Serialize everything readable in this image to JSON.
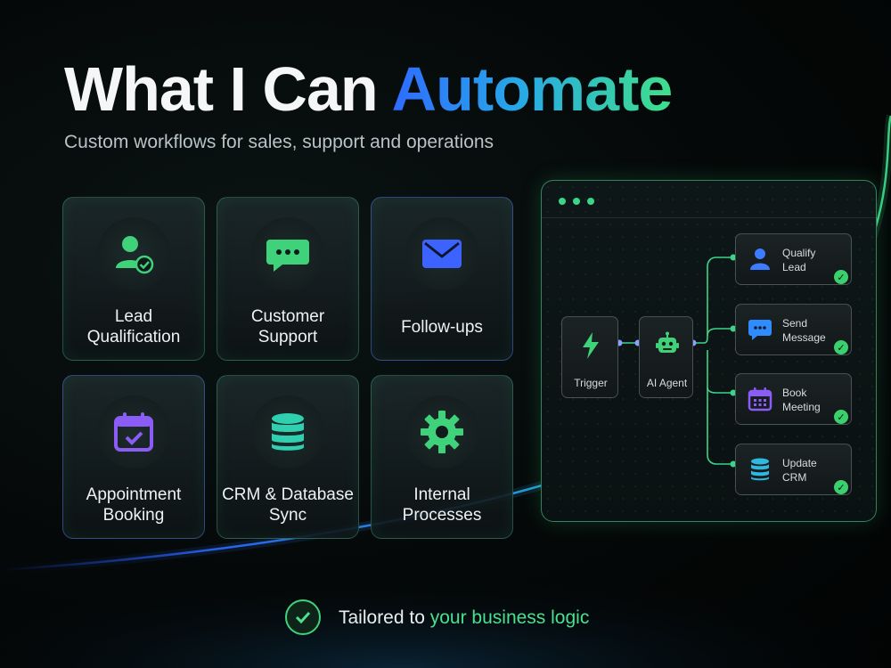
{
  "title": {
    "plain": "What I Can ",
    "accent": "Automate"
  },
  "subtitle": "Custom workflows for sales, support and operations",
  "cards": [
    {
      "label": "Lead Qualification",
      "icon": "user-check-icon",
      "color": "#3fd27a"
    },
    {
      "label": "Customer Support",
      "icon": "chat-bubble-icon",
      "color": "#3fd27a"
    },
    {
      "label": "Follow-ups",
      "icon": "envelope-icon",
      "color": "#4a6bff"
    },
    {
      "label": "Appointment Booking",
      "icon": "calendar-check-icon",
      "color": "#8b5cf6"
    },
    {
      "label": "CRM & Database Sync",
      "icon": "database-icon",
      "color": "#2fd0b0"
    },
    {
      "label": "Internal Processes",
      "icon": "gear-icon",
      "color": "#3fd27a"
    }
  ],
  "workflow": {
    "trigger": {
      "label": "Trigger",
      "icon": "lightning-icon"
    },
    "agent": {
      "label": "AI Agent",
      "icon": "robot-icon"
    },
    "outputs": [
      {
        "line1": "Qualify",
        "line2": "Lead",
        "icon": "user-icon"
      },
      {
        "line1": "Send",
        "line2": "Message",
        "icon": "chat-bubble-icon"
      },
      {
        "line1": "Book",
        "line2": "Meeting",
        "icon": "calendar-icon"
      },
      {
        "line1": "Update",
        "line2": "CRM",
        "icon": "database-icon"
      }
    ]
  },
  "footer": {
    "prefix": "Tailored to ",
    "highlight": "your business logic"
  }
}
